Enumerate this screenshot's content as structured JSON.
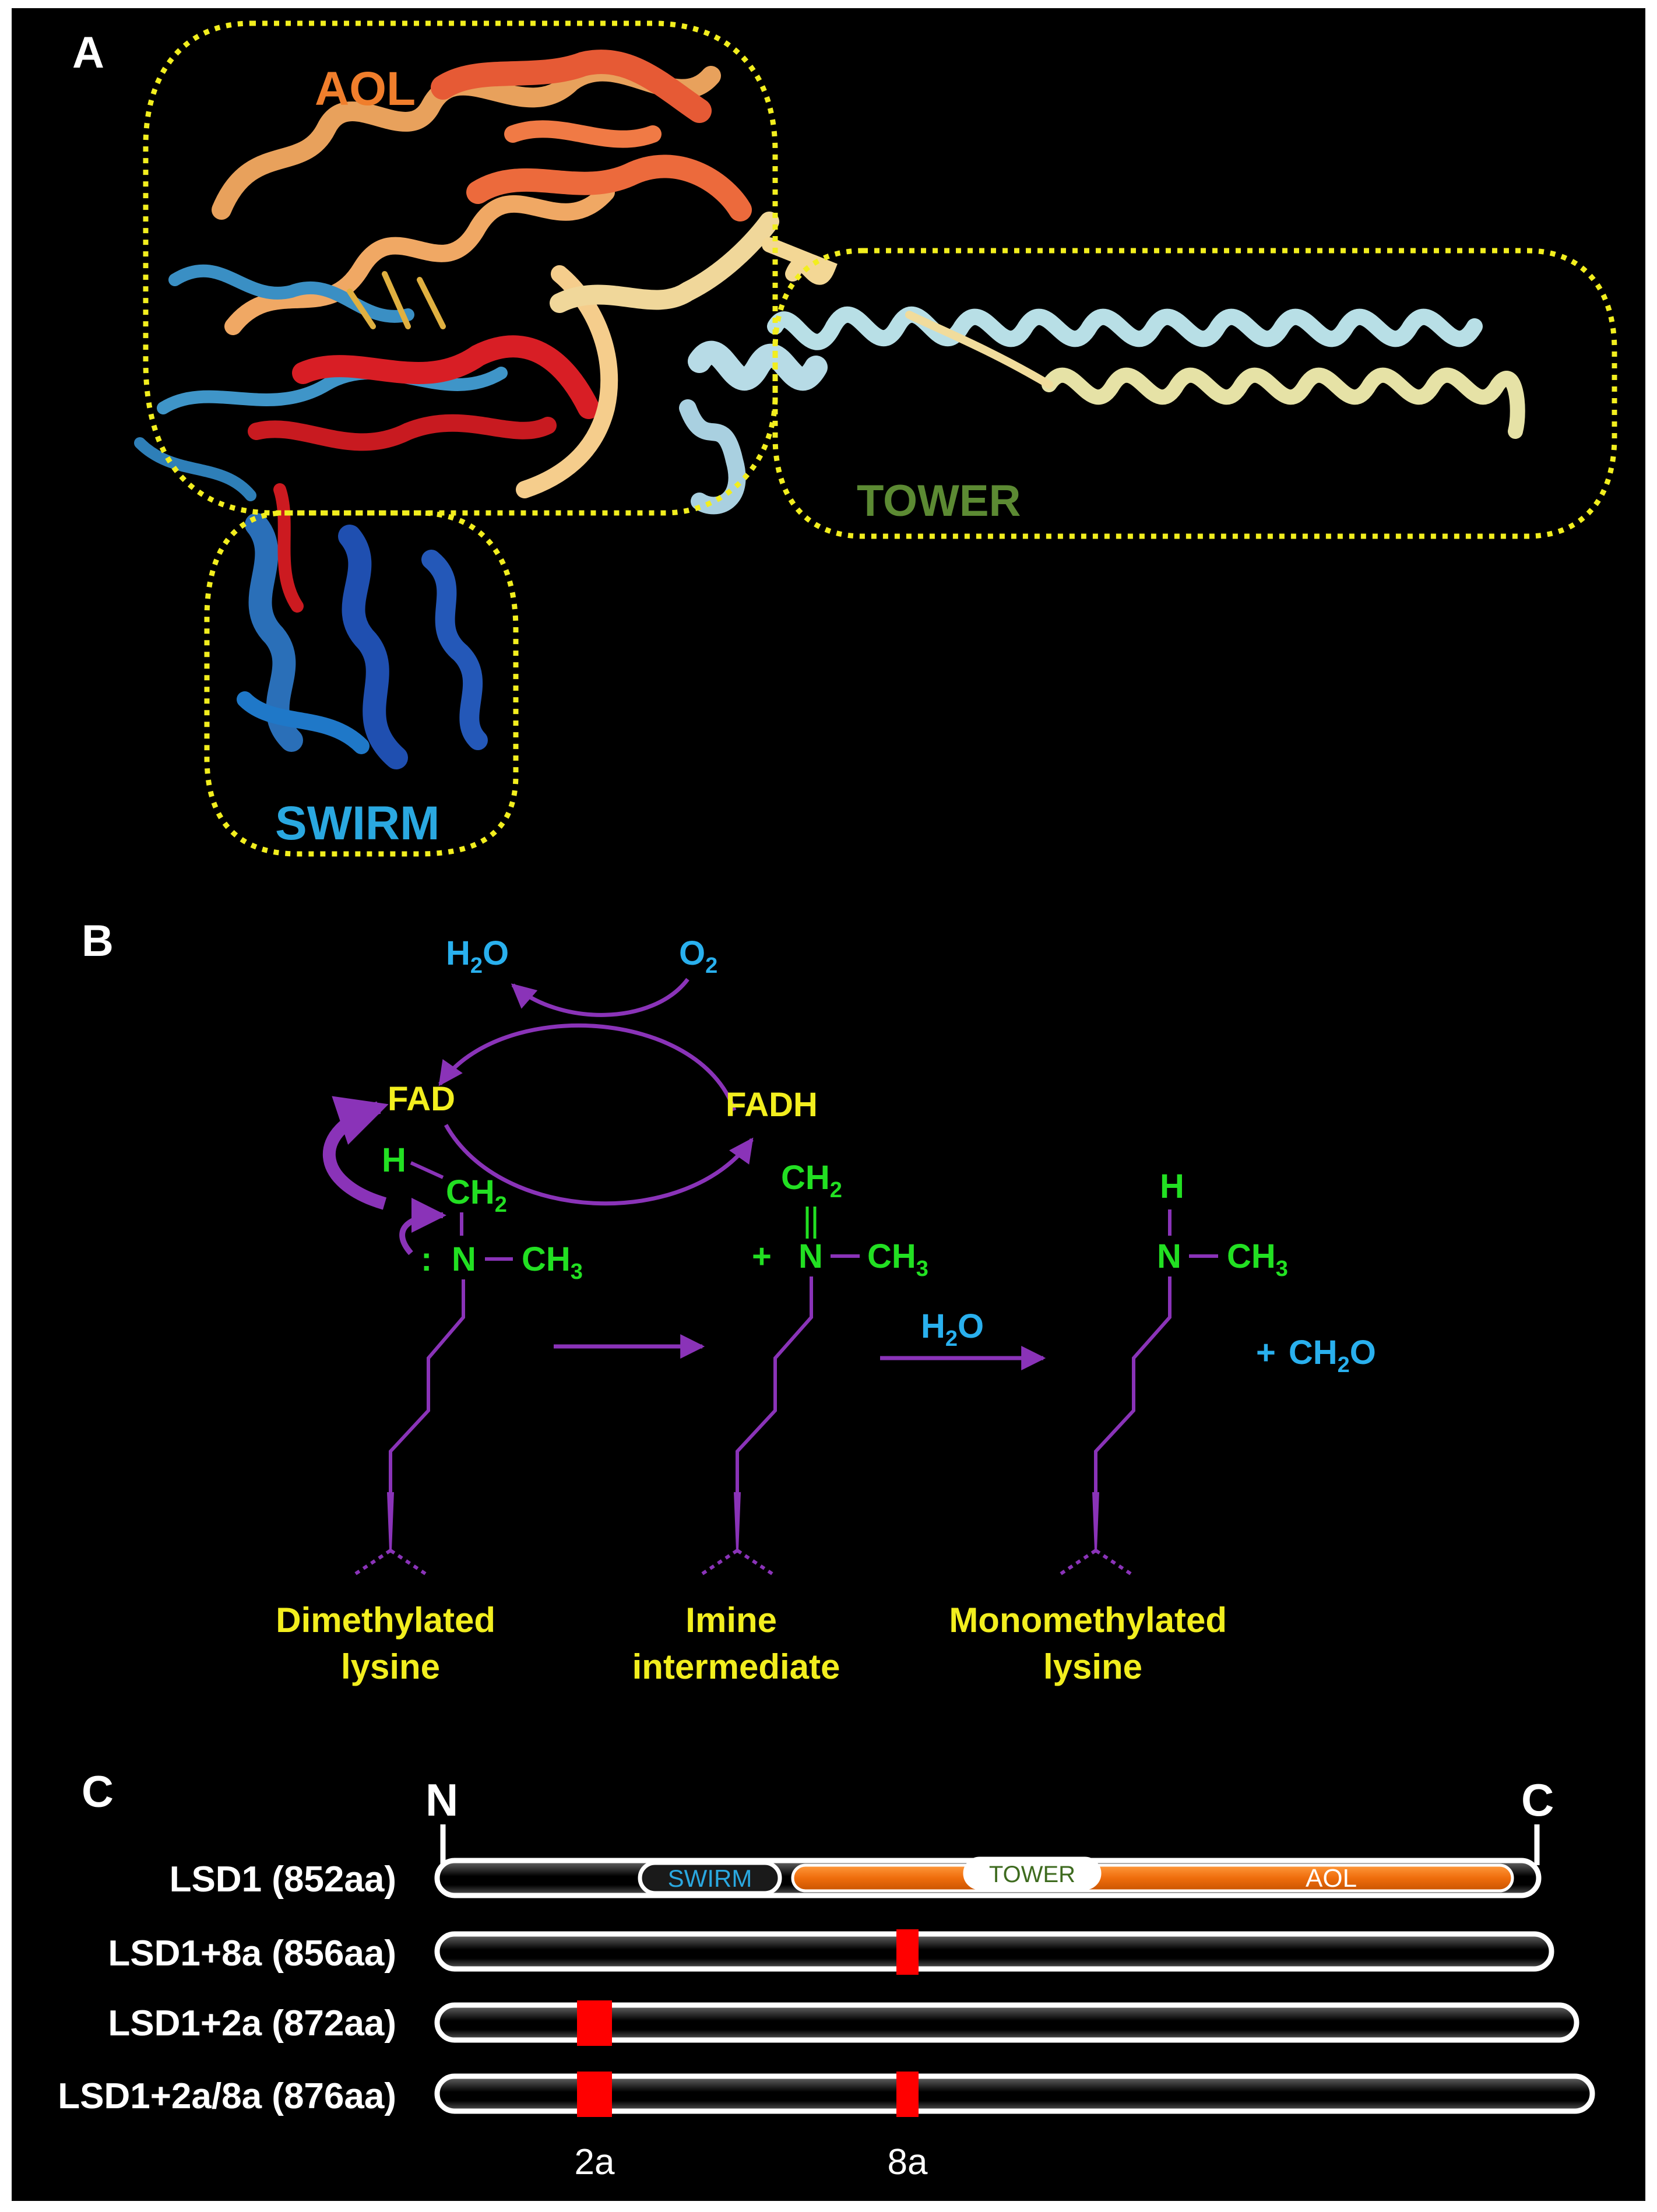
{
  "panels": {
    "a": {
      "letter": "A",
      "domains": {
        "aol": "AOL",
        "tower": "TOWER",
        "swirm": "SWIRM"
      }
    },
    "b": {
      "letter": "B",
      "cofactor": {
        "h2o": {
          "main": "H",
          "sub": "2",
          "tail": "O"
        },
        "o2": {
          "main": "O",
          "sub": "2"
        },
        "fad": "FAD",
        "fadh": "FADH"
      },
      "molecules": {
        "dimethyl": {
          "h": "H",
          "ch2": {
            "main": "CH",
            "sub": "2"
          },
          "lonepair": ":",
          "n": "N",
          "ch3": {
            "main": "CH",
            "sub": "3"
          }
        },
        "imine": {
          "ch2": {
            "main": "CH",
            "sub": "2"
          },
          "plus": "+",
          "n": "N",
          "ch3": {
            "main": "CH",
            "sub": "3"
          }
        },
        "monomethyl": {
          "h": "H",
          "n": "N",
          "ch3": {
            "main": "CH",
            "sub": "3"
          }
        }
      },
      "water_reagent": {
        "main": "H",
        "sub": "2",
        "tail": "O"
      },
      "byproduct": {
        "plus": "+",
        "main": "CH",
        "sub": "2",
        "tail": "O"
      },
      "captions": {
        "dimethyl": [
          "Dimethylated",
          "lysine"
        ],
        "imine": [
          "Imine",
          "intermediate"
        ],
        "monomethyl": [
          "Monomethylated",
          "lysine"
        ]
      }
    },
    "c": {
      "letter": "C",
      "n_label": "N",
      "c_label": "C",
      "domain_tags": {
        "swirm": "SWIRM",
        "tower": "TOWER",
        "aol": "AOL"
      },
      "isoforms": [
        {
          "label": "LSD1 (852aa)",
          "length_aa": 852,
          "exons": []
        },
        {
          "label": "LSD1+8a (856aa)",
          "length_aa": 856,
          "exons": [
            "8a"
          ]
        },
        {
          "label": "LSD1+2a (872aa)",
          "length_aa": 872,
          "exons": [
            "2a"
          ]
        },
        {
          "label": "LSD1+2a/8a (876aa)",
          "length_aa": 876,
          "exons": [
            "2a",
            "8a"
          ]
        }
      ],
      "exon_labels": {
        "e2a": "2a",
        "e8a": "8a"
      }
    }
  },
  "colors": {
    "background": "#000000",
    "dotted_outline": "#f2ee1e",
    "aol_text": "#f07e2c",
    "tower_text": "#5c8a33",
    "swirm_text": "#2aa8e0",
    "reaction_purple": "#8a33b8",
    "atom_green": "#22e022",
    "reagent_blue": "#29b0ee",
    "caption_yellow": "#f2ee1e",
    "exon_red": "#ff0000",
    "aol_bar": "#ef6d0c"
  }
}
